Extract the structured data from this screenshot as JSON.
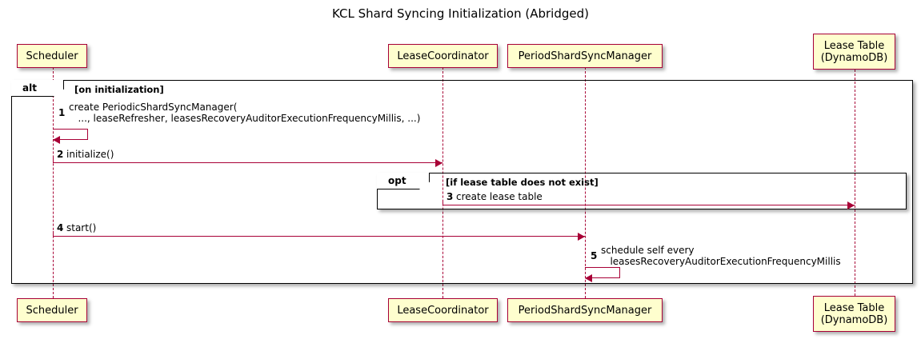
{
  "title": "KCL Shard Syncing Initialization (Abridged)",
  "diagram_type": "uml-sequence-diagram",
  "colors": {
    "participant_fill": "#FEFECE",
    "participant_border": "#A80036",
    "message_line": "#A80036",
    "frame_border": "#000000",
    "background": "#FFFFFF"
  },
  "participants": [
    {
      "id": "scheduler",
      "label": "Scheduler"
    },
    {
      "id": "lease_coordinator",
      "label": "LeaseCoordinator"
    },
    {
      "id": "period_shard_sync_manager",
      "label": "PeriodShardSyncManager"
    },
    {
      "id": "lease_table",
      "label": "Lease Table\n(DynamoDB)"
    }
  ],
  "fragments": [
    {
      "id": "alt",
      "operator": "alt",
      "condition": "[on initialization]"
    },
    {
      "id": "opt",
      "operator": "opt",
      "condition": "[if lease table does not exist]"
    }
  ],
  "messages": [
    {
      "seq": "1",
      "from": "scheduler",
      "to": "scheduler",
      "self": true,
      "label": "create PeriodicShardSyncManager(\n   ..., leaseRefresher, leasesRecoveryAuditorExecutionFrequencyMillis, ...)"
    },
    {
      "seq": "2",
      "from": "scheduler",
      "to": "lease_coordinator",
      "self": false,
      "label": "initialize()"
    },
    {
      "seq": "3",
      "from": "lease_coordinator",
      "to": "lease_table",
      "self": false,
      "label": "create lease table"
    },
    {
      "seq": "4",
      "from": "scheduler",
      "to": "period_shard_sync_manager",
      "self": false,
      "label": "start()"
    },
    {
      "seq": "5",
      "from": "period_shard_sync_manager",
      "to": "period_shard_sync_manager",
      "self": true,
      "label": "schedule self every\n   leasesRecoveryAuditorExecutionFrequencyMillis"
    }
  ]
}
